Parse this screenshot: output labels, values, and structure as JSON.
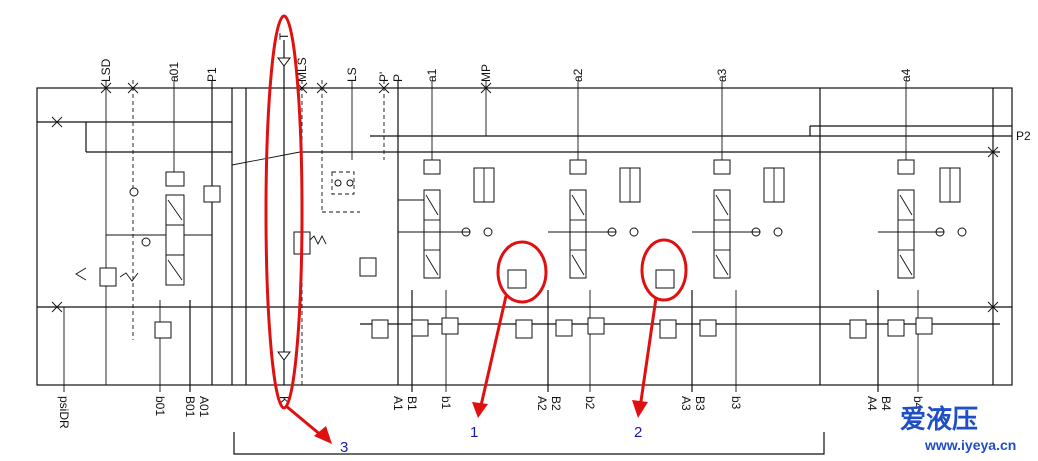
{
  "labels": {
    "lsd": "LSD",
    "a01": "a01",
    "p1": "P1",
    "t": "T",
    "mls": "MLS",
    "ls": "LS",
    "p_prime": "P'",
    "p": "P",
    "a1": "a1",
    "mp": "MP",
    "a2": "a2",
    "a3": "a3",
    "a4": "a4",
    "p2": "P2",
    "psidr": "psiDR",
    "b01": "b01",
    "b01_cap": "B01",
    "a01_cap": "A01",
    "k": "K",
    "a1_cap": "A1",
    "b1_cap": "B1",
    "b1": "b1",
    "a2_cap": "A2",
    "b2_cap": "B2",
    "b2": "b2",
    "a3_cap": "A3",
    "b3_cap": "B3",
    "b3": "b3",
    "a4_cap": "A4",
    "b4_cap": "B4",
    "b4": "b4"
  },
  "callouts": {
    "one": "1",
    "two": "2",
    "three": "3"
  },
  "watermark": {
    "cn": "爱液压",
    "url": "www.iyeya.cn"
  },
  "colors": {
    "highlight": "#e01010",
    "callout_text": "#1a1aa8",
    "watermark": "#1f4fc4"
  }
}
